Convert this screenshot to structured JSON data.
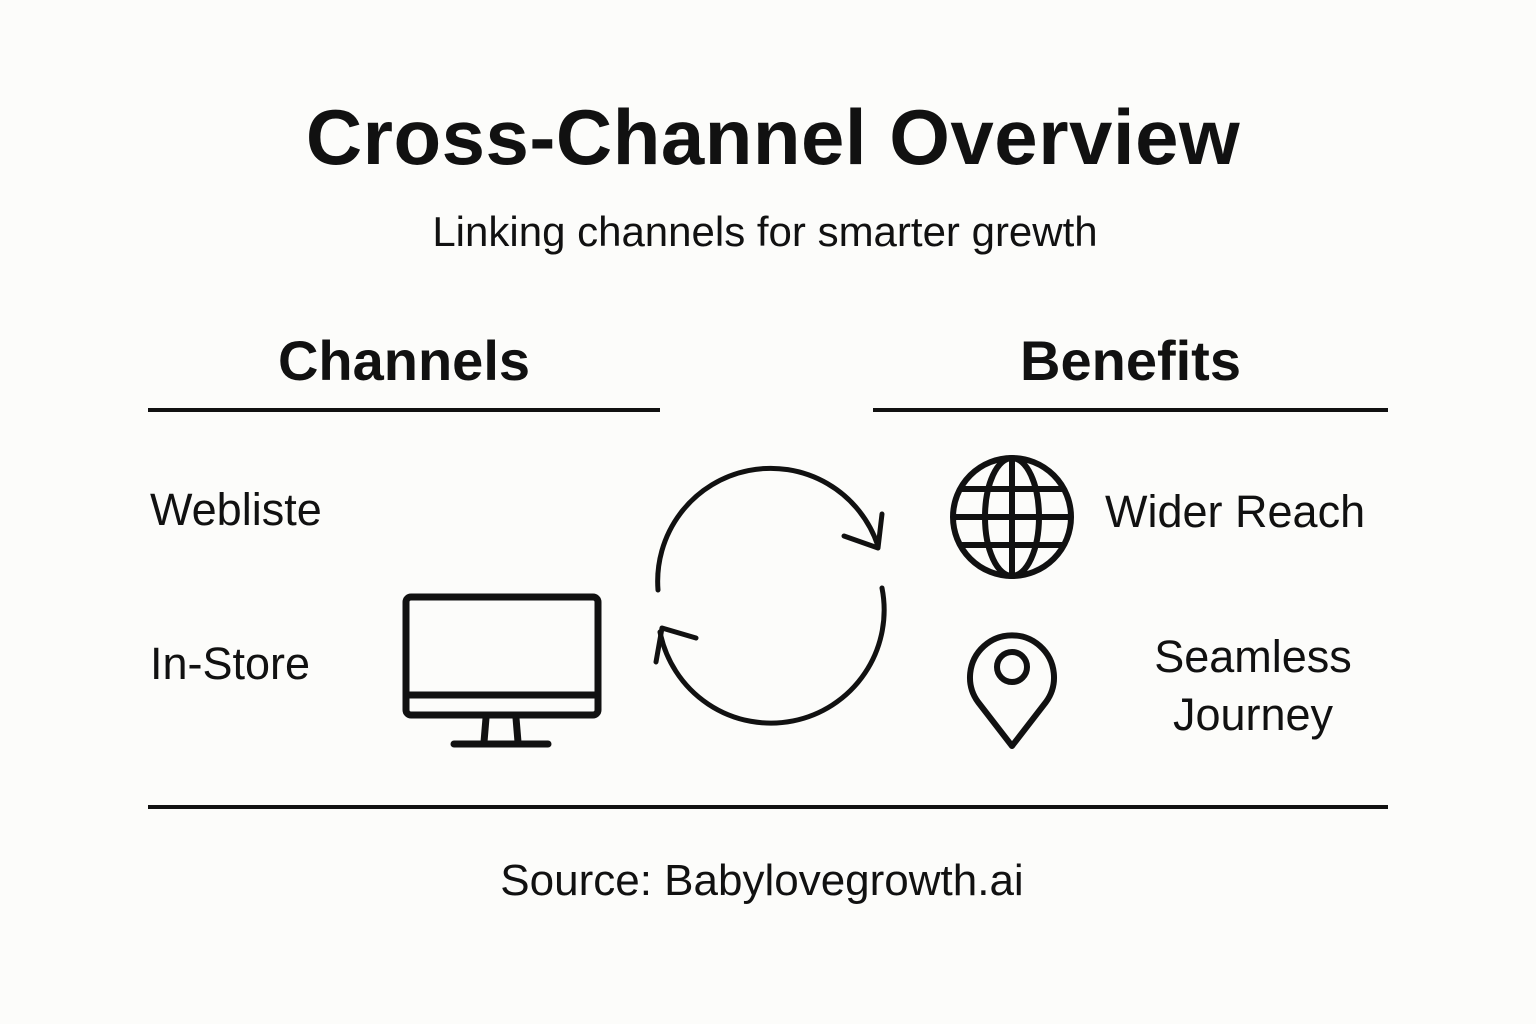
{
  "title": "Cross-Channel Overview",
  "subtitle": "Linking channels for smarter grewth",
  "channels": {
    "heading": "Channels",
    "items": [
      "Webliste",
      "In-Store"
    ]
  },
  "benefits": {
    "heading": "Benefits",
    "items": [
      {
        "label": "Wider Reach",
        "icon": "globe-icon"
      },
      {
        "label_line1": "Seamless",
        "label_line2": "Journey",
        "icon": "location-pin-icon"
      }
    ]
  },
  "source": "Source: Babylovegrowth.ai",
  "colors": {
    "background": "#fcfcfa",
    "ink": "#111111"
  }
}
